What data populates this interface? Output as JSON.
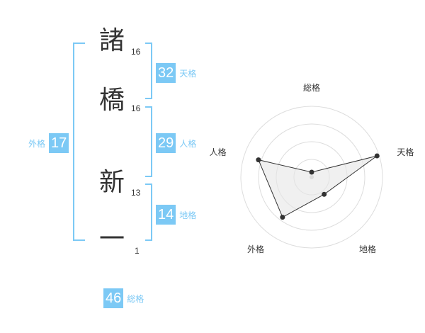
{
  "name_chars": [
    {
      "char": "諸",
      "strokes": "16"
    },
    {
      "char": "橋",
      "strokes": "16"
    },
    {
      "char": "新",
      "strokes": "13"
    },
    {
      "char": "一",
      "strokes": "1"
    }
  ],
  "fortunes": {
    "tenkaku": {
      "value": "32",
      "label": "天格"
    },
    "jinkaku": {
      "value": "29",
      "label": "人格"
    },
    "chikaku": {
      "value": "14",
      "label": "地格"
    },
    "gaikaku": {
      "value": "17",
      "label": "外格"
    },
    "soukaku": {
      "value": "46",
      "label": "総格"
    }
  },
  "colors": {
    "accent": "#7cc9f5",
    "text": "#333333",
    "ring": "#dddddd",
    "fill": "#e6e6e6"
  },
  "chart_data": {
    "type": "radar",
    "axes": [
      "総格",
      "天格",
      "地格",
      "外格",
      "人格"
    ],
    "values": [
      0.07,
      0.97,
      0.3,
      0.7,
      0.79
    ],
    "range": [
      0,
      1
    ],
    "rings": 4
  }
}
